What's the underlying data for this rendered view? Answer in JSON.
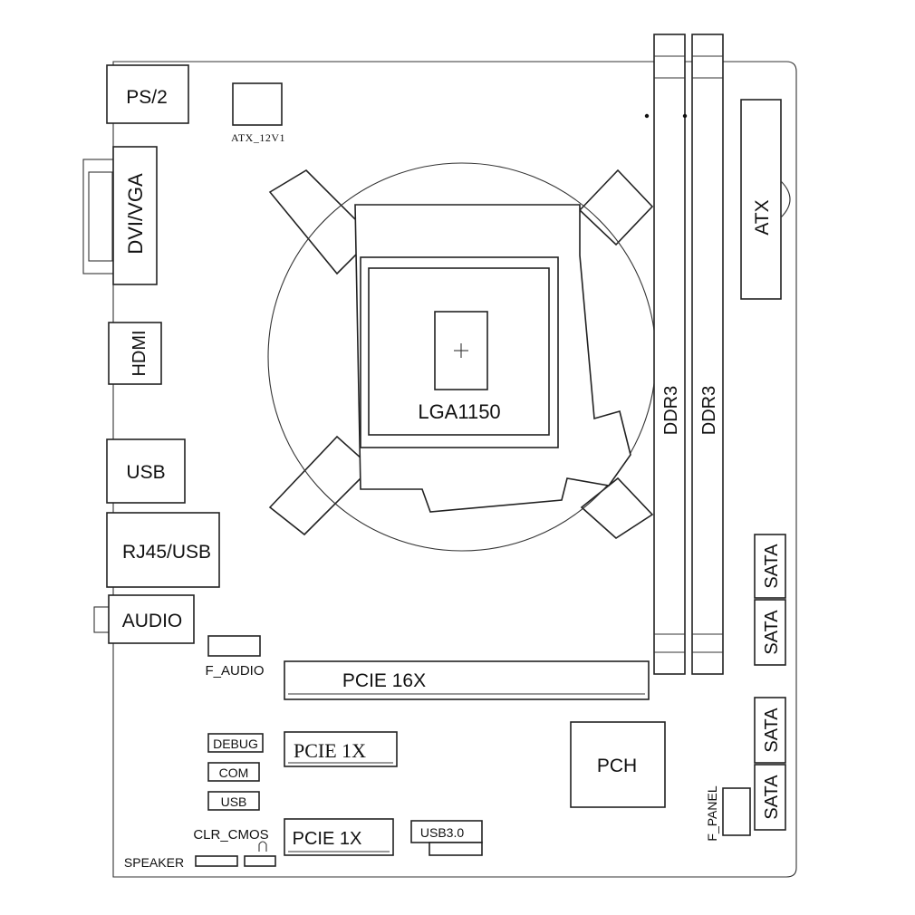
{
  "components": {
    "ps2": "PS/2",
    "atx_12v": "ATX_12V1",
    "dvi_vga": "DVI/VGA",
    "hdmi": "HDMI",
    "usb_rear": "USB",
    "rj45_usb": "RJ45/USB",
    "audio": "AUDIO",
    "f_audio": "F_AUDIO",
    "cpu_socket": "LGA1150",
    "ddr3_1": "DDR3",
    "ddr3_2": "DDR3",
    "atx_power": "ATX",
    "sata_1": "SATA",
    "sata_2": "SATA",
    "sata_3": "SATA",
    "sata_4": "SATA",
    "pcie16": "PCIE 16X",
    "pcie1_a": "PCIE 1X",
    "pcie1_b": "PCIE 1X",
    "debug": "DEBUG",
    "com": "COM",
    "usb_header": "USB",
    "clr_cmos": "CLR_CMOS",
    "speaker": "SPEAKER",
    "usb3": "USB3.0",
    "pch": "PCH",
    "f_panel": "F_PANEL"
  },
  "colors": {
    "stroke": "#222222",
    "background": "#ffffff"
  }
}
